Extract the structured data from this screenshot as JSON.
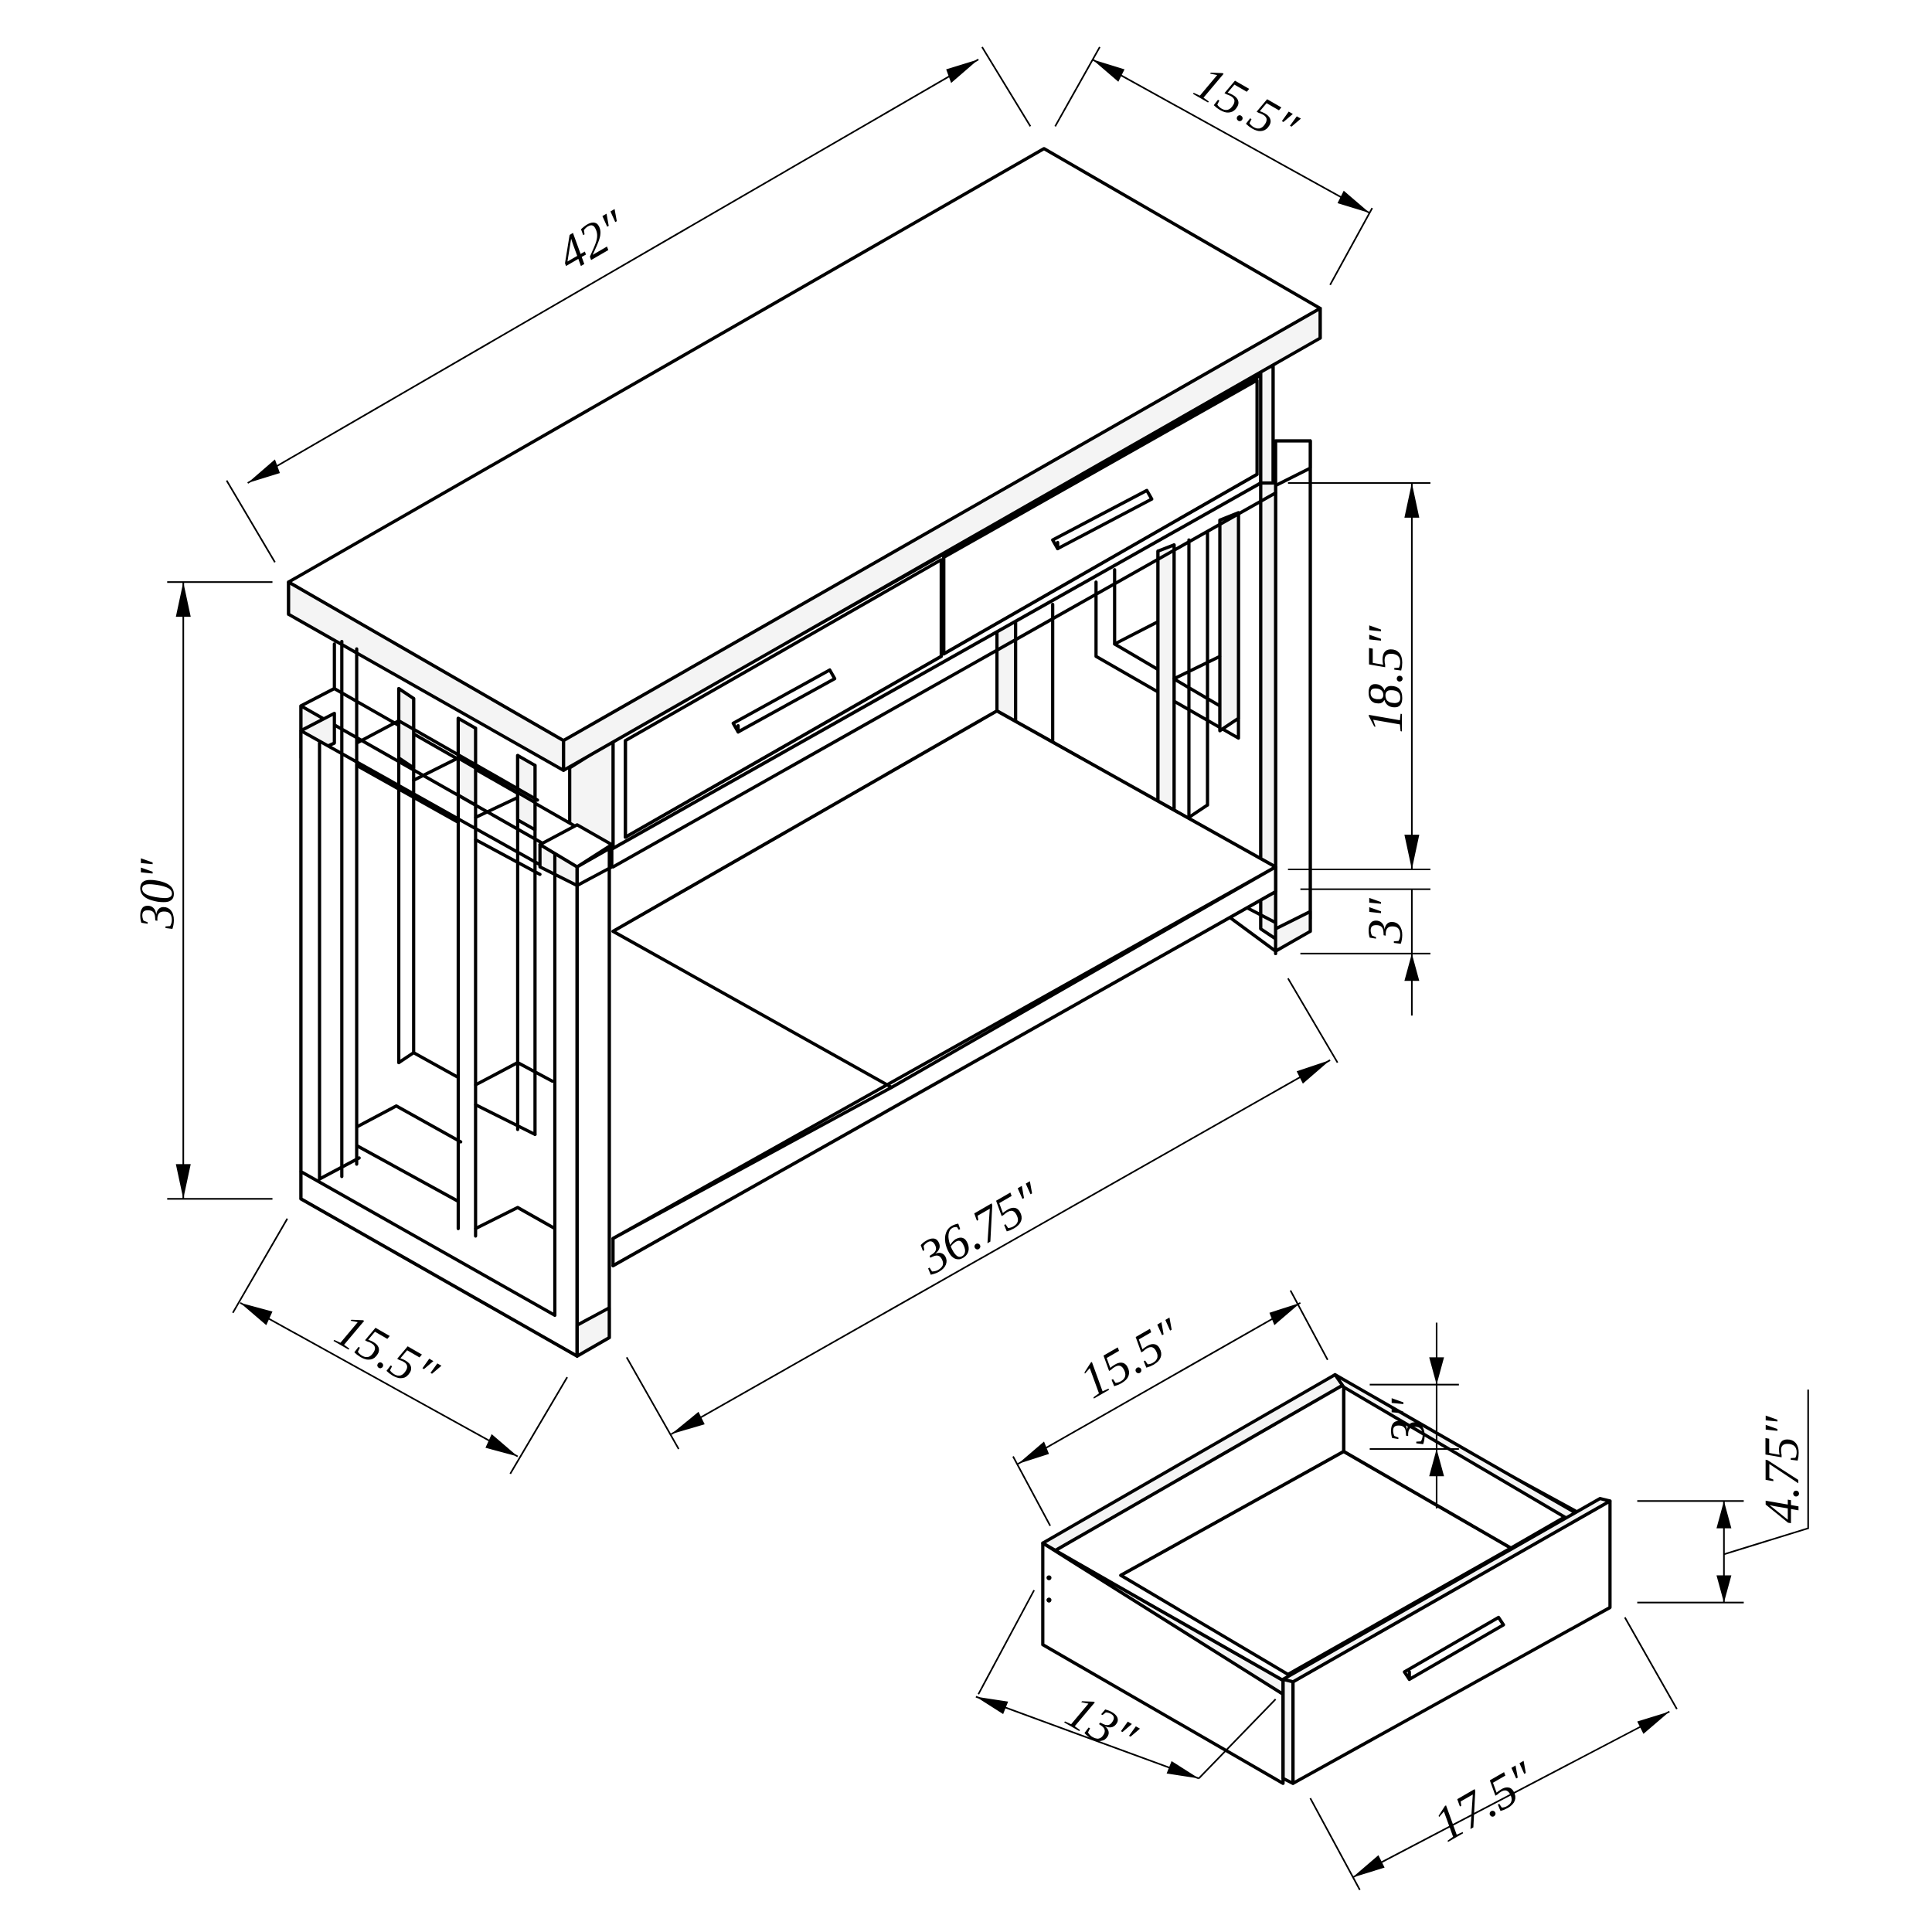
{
  "drawing": {
    "subject": "Console table with two drawers and lower shelf",
    "units": "inches",
    "line_color": "#000000",
    "face_fill": "#f4f4f4",
    "background": "#ffffff"
  },
  "table_dimensions": {
    "top_length": "42″",
    "top_depth": "15.5″",
    "overall_height": "30″",
    "base_depth": "15.5″",
    "shelf_length": "36.75″",
    "shelf_clearance": "18.5″",
    "shelf_to_floor": "3″"
  },
  "drawer_dimensions": {
    "width": "15.5″",
    "side_height": "3″",
    "front_height": "4.75″",
    "depth": "13″",
    "front_width": "17.5″"
  }
}
